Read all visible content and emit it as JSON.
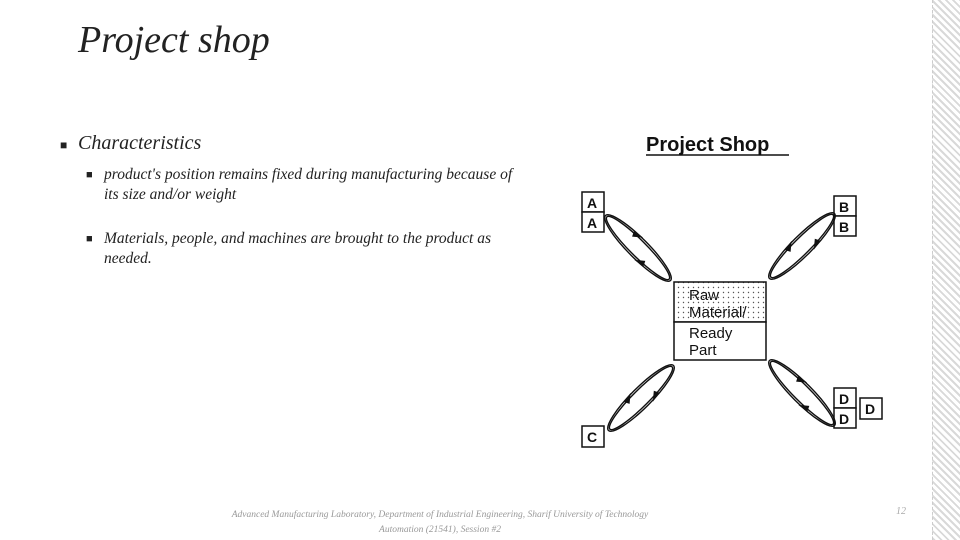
{
  "slide": {
    "title": "Project shop",
    "page_number": "12"
  },
  "bullets": {
    "main": "Characteristics",
    "sub": [
      "product's position remains fixed during manufacturing because of its size and/or weight",
      "Materials, people, and machines are brought to the product as needed."
    ]
  },
  "diagram": {
    "title": "Project Shop",
    "center_top_lines": [
      "Raw",
      "Material/"
    ],
    "center_bottom_lines": [
      "Ready",
      "Part"
    ],
    "stations": {
      "a": [
        "A",
        "A"
      ],
      "b": [
        "B",
        "B"
      ],
      "c": "C",
      "d": [
        "D",
        "D"
      ],
      "d_side": "D"
    }
  },
  "footer": {
    "line1": "Advanced Manufacturing Laboratory, Department of Industrial Engineering, Sharif University of Technology",
    "line2": "Automation (21541), Session #2"
  }
}
